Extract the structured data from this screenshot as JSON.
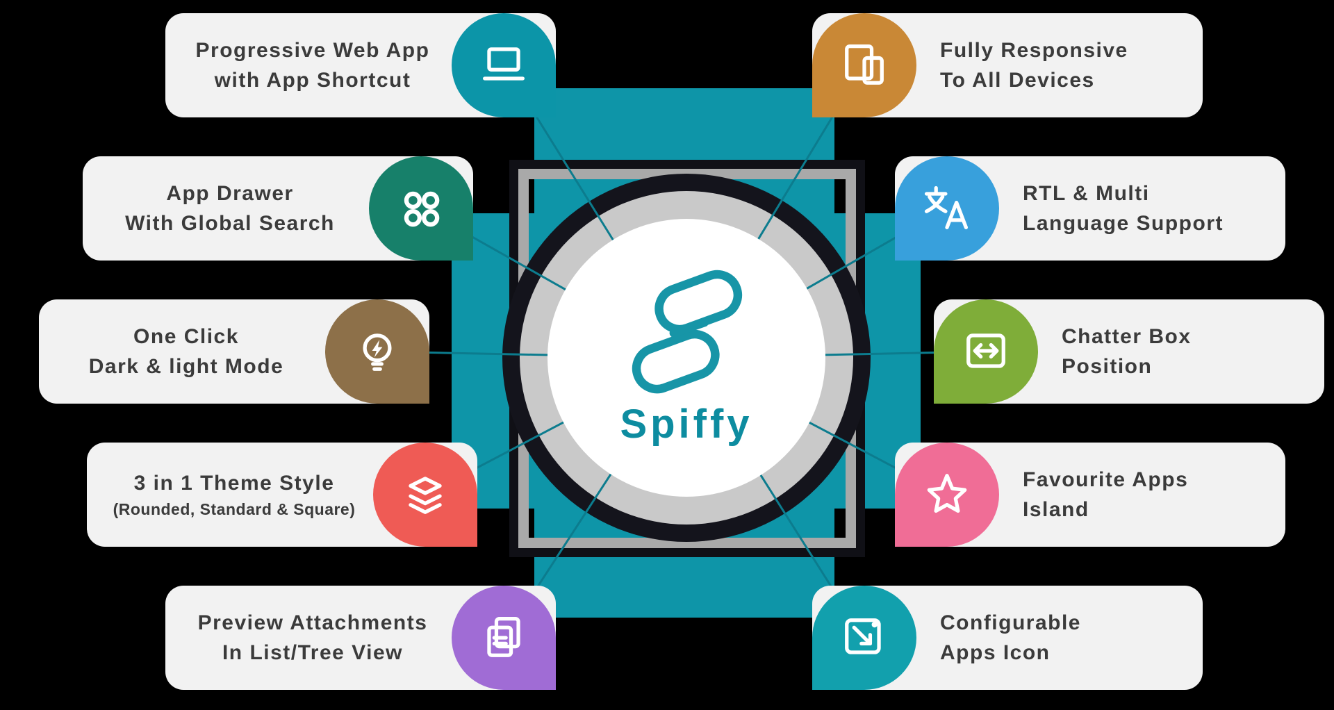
{
  "background": "#000000",
  "center": {
    "brand": "Spiffy",
    "brand_color": "#0d8ca0",
    "logo_icon": "spiffy-s-logo",
    "cross_color": "#0e95a8",
    "ring_color": "#c9c9c9",
    "line_color": "#0c7c8e"
  },
  "features": {
    "left": [
      {
        "line1": "Progressive Web App",
        "line2": "with App Shortcut",
        "icon": "laptop-icon",
        "color": "#0c95a8"
      },
      {
        "line1": "App Drawer",
        "line2": "With Global Search",
        "icon": "app-drawer-icon",
        "color": "#17806a"
      },
      {
        "line1": "One Click",
        "line2": "Dark & light Mode",
        "icon": "bulb-bolt-icon",
        "color": "#8d7049"
      },
      {
        "line1": "3 in 1 Theme Style",
        "sub": "(Rounded, Standard & Square)",
        "icon": "layers-icon",
        "color": "#ef5b55"
      },
      {
        "line1": "Preview Attachments",
        "line2": "In List/Tree View",
        "icon": "documents-icon",
        "color": "#a06cd5"
      }
    ],
    "right": [
      {
        "line1": "Fully Responsive",
        "line2": "To All Devices",
        "icon": "devices-icon",
        "color": "#c98836"
      },
      {
        "line1": "RTL & Multi",
        "line2": "Language Support",
        "icon": "translate-icon",
        "color": "#38a0dc"
      },
      {
        "line1": "Chatter Box",
        "line2": "Position",
        "icon": "chatter-position-icon",
        "color": "#7fad39"
      },
      {
        "line1": "Favourite Apps",
        "line2": "Island",
        "icon": "star-icon",
        "color": "#f06d96"
      },
      {
        "line1": "Configurable",
        "line2": "Apps Icon",
        "icon": "configure-icon",
        "color": "#12a0ad"
      }
    ]
  }
}
